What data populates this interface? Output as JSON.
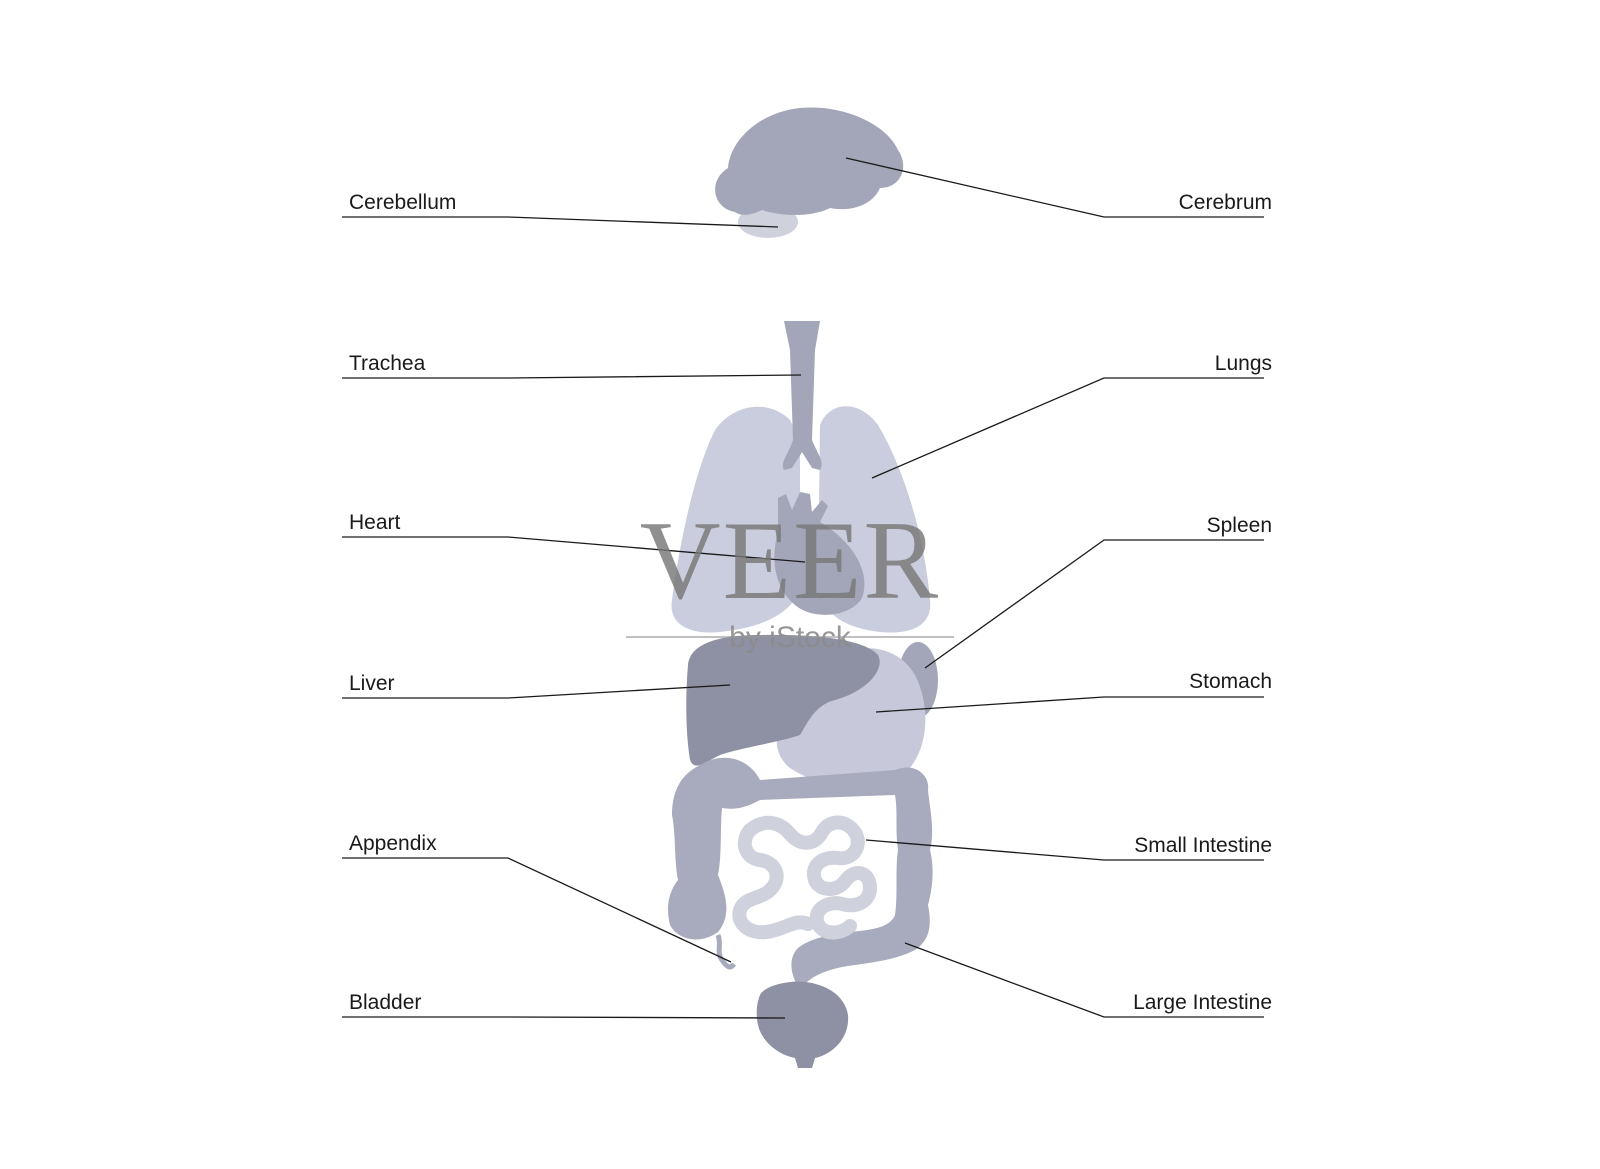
{
  "labels": {
    "cerebellum": "Cerebellum",
    "cerebrum": "Cerebrum",
    "trachea": "Trachea",
    "lungs": "Lungs",
    "heart": "Heart",
    "spleen": "Spleen",
    "liver": "Liver",
    "stomach": "Stomach",
    "appendix": "Appendix",
    "small_intestine": "Small Intestine",
    "bladder": "Bladder",
    "large_intestine": "Large Intestine"
  },
  "watermark": {
    "brand": "VEER",
    "byline": "by iStock"
  },
  "colors": {
    "brain": "#a3a5b9",
    "cerebellum": "#cfd1dd",
    "trachea": "#a3a5b9",
    "lungs": "#cacdde",
    "heart": "#a3a5b9",
    "liver": "#8e90a3",
    "stomach": "#c7c9da",
    "spleen": "#a3a5b9",
    "large_intestine": "#a8aabd",
    "small_intestine": "#cfd1dd",
    "bladder": "#8e90a3",
    "leader_line": "#1a1a1a"
  }
}
